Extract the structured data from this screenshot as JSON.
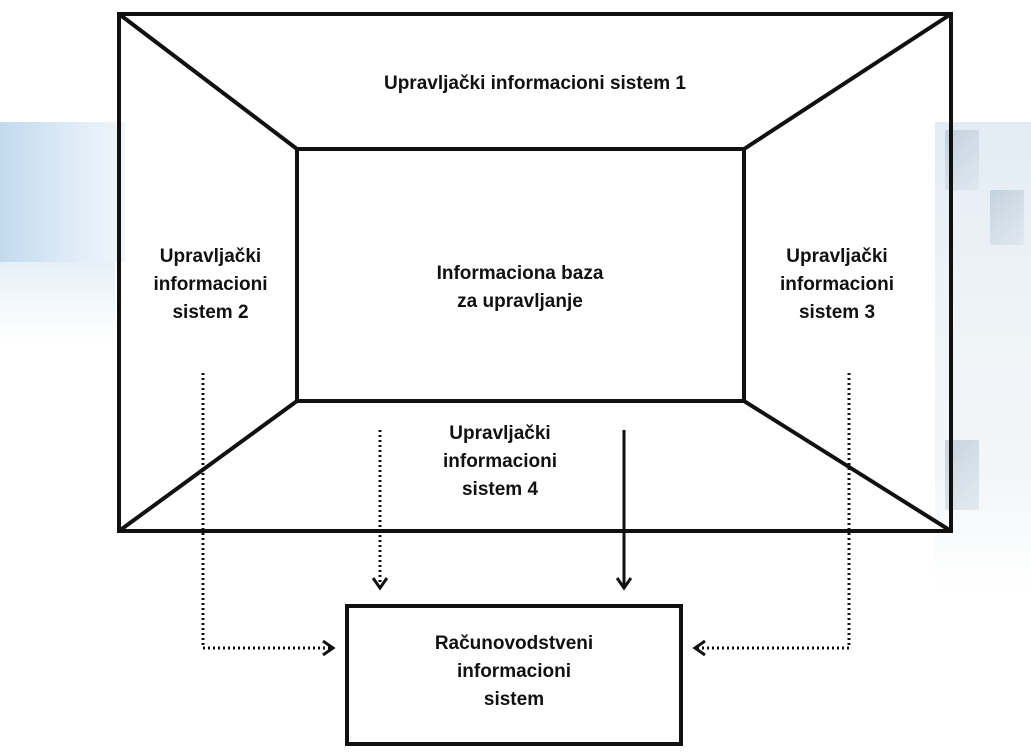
{
  "diagram": {
    "top_label": "Upravljački informacioni sistem 1",
    "left_label": "Upravljački\ninformacioni\nsistem 2",
    "right_label": "Upravljački\ninformacioni\nsistem 3",
    "bottom_label": "Upravljački\ninformacioni\nsistem 4",
    "center_label": "Informaciona baza\nza upravljanje",
    "target_label": "Računovodstveni\ninformacioni\nsistem"
  },
  "colors": {
    "line": "#111111",
    "background_accent": "#cfe0ef"
  }
}
